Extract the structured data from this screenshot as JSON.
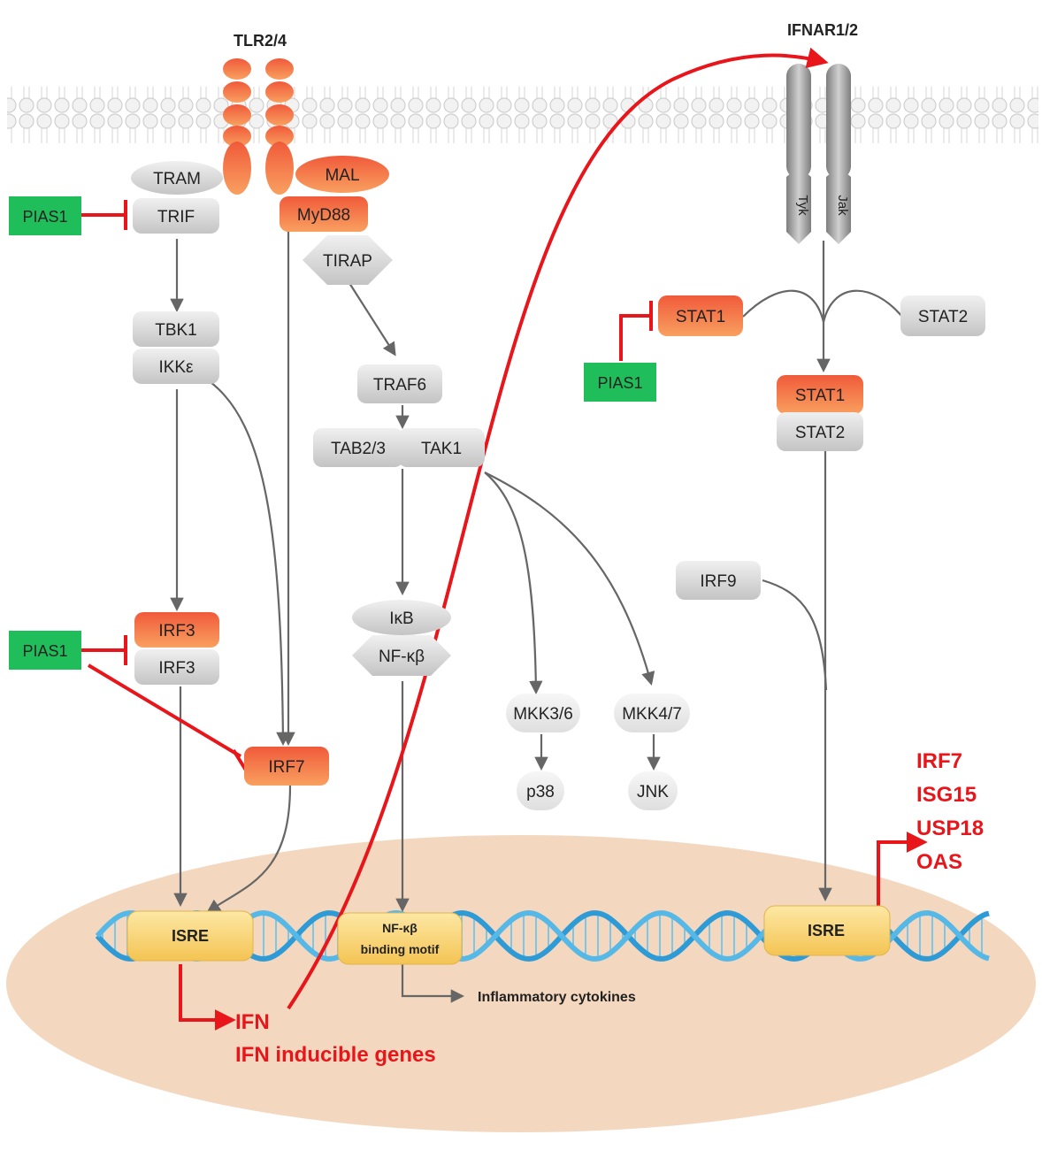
{
  "receptors": {
    "tlr": "TLR2/4",
    "ifnar": "IFNAR1/2",
    "tyk": "Tyk",
    "jak": "Jak"
  },
  "nodes": {
    "tram": "TRAM",
    "trif": "TRIF",
    "mal": "MAL",
    "myd88": "MyD88",
    "tirap": "TIRAP",
    "tbk1": "TBK1",
    "ikke": "IKKε",
    "traf6": "TRAF6",
    "tab23": "TAB2/3",
    "tak1": "TAK1",
    "irf3_active": "IRF3",
    "irf3": "IRF3",
    "irf7": "IRF7",
    "ikb": "IκB",
    "nfkb": "NF-κβ",
    "mkk36": "MKK3/6",
    "mkk47": "MKK4/7",
    "p38": "p38",
    "jnk": "JNK",
    "stat1": "STAT1",
    "stat2": "STAT2",
    "stat1_complex": "STAT1",
    "stat2_complex": "STAT2",
    "irf9": "IRF9"
  },
  "inhibitors": {
    "pias1_trif": "PIAS1",
    "pias1_irf": "PIAS1",
    "pias1_stat": "PIAS1"
  },
  "nucleus": {
    "isre_left": "ISRE",
    "nfkb_motif_line1": "NF-κβ",
    "nfkb_motif_line2": "binding motif",
    "isre_right": "ISRE",
    "inflammatory": "Inflammatory cytokines",
    "ifn": "IFN",
    "ifn_genes": "IFN inducible genes"
  },
  "output_genes": [
    "IRF7",
    "ISG15",
    "USP18",
    "OAS"
  ],
  "colors": {
    "inhibitor_green": "#1fbe5a",
    "inhibition_red": "#e8161b",
    "active_orange": "#f26b3a",
    "protein_gray": "#d6d6d6",
    "nucleus": "#f3d8bf",
    "isre_yellow": "#f9d774",
    "dna_blue": "#3aa7dc",
    "arrow_gray": "#666666"
  }
}
